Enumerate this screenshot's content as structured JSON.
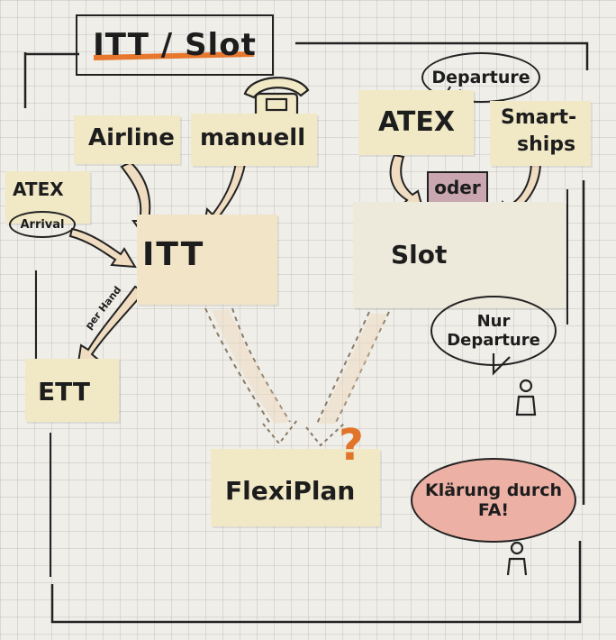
{
  "title": "ITT / Slot",
  "nodes": {
    "airline": "Airline",
    "manuell": "manuell",
    "atex_arrival_top": "ATEX",
    "atex_arrival_bottom": "Arrival",
    "itt": "ITT",
    "per_hand": "per Hand",
    "ett": "ETT",
    "departure": "Departure",
    "atex": "ATEX",
    "smartships_line1": "Smart-",
    "smartships_line2": "ships",
    "oder": "oder",
    "slot": "Slot",
    "nur_departure_line1": "Nur",
    "nur_departure_line2": "Departure",
    "flexiplan": "FlexiPlan",
    "question": "?",
    "klaerung_line1": "Klärung durch",
    "klaerung_line2": "FA!"
  },
  "colors": {
    "title_underline": "#e8772e",
    "sticky": "#f1e8c6",
    "oder_fill": "#c9a6b0",
    "klaerung_fill": "#ecb0a4",
    "question": "#e0742a",
    "arrow_fill": "#f0dcc0",
    "ink": "#1d1d1d"
  },
  "icons": [
    "telephone-icon",
    "person-icon"
  ]
}
